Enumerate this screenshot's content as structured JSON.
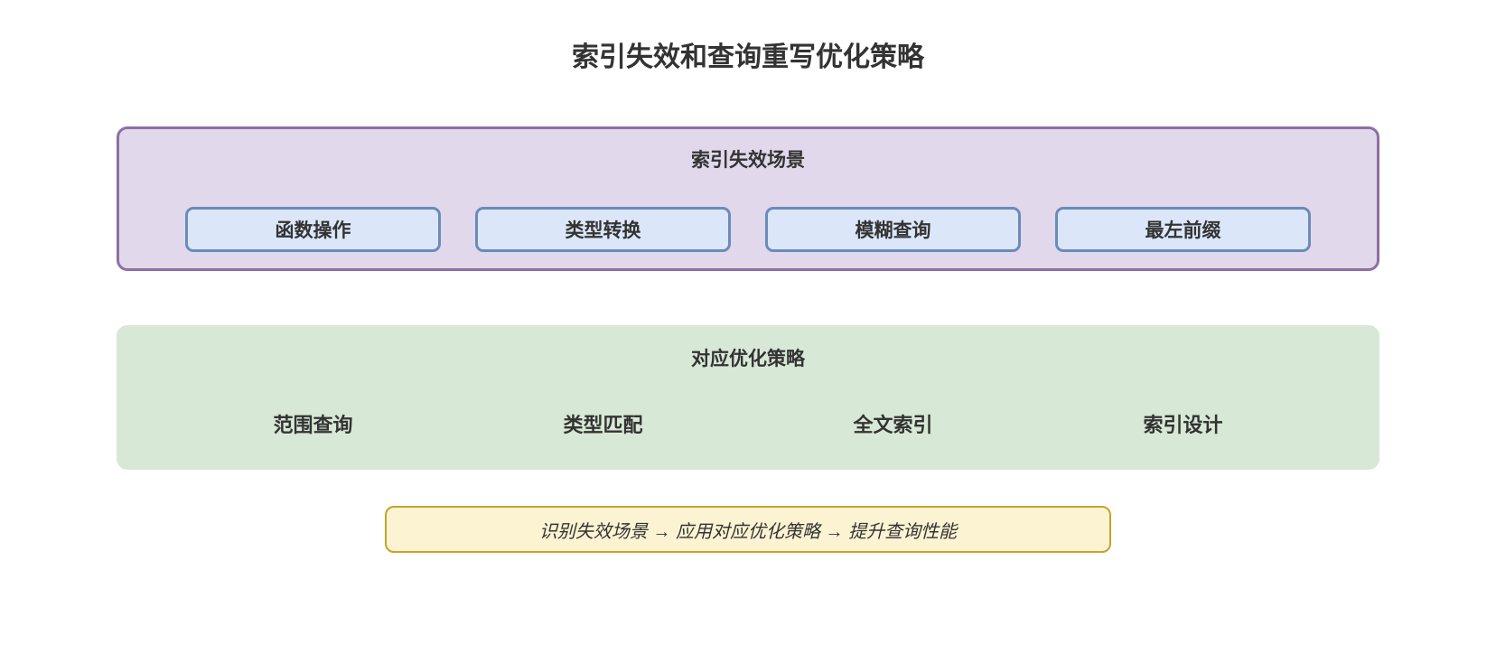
{
  "page": {
    "title": "索引失效和查询重写优化策略",
    "background_color": "#ffffff",
    "text_color": "#333333"
  },
  "failure_section": {
    "title": "索引失效场景",
    "fill_color": "#e2d8eb",
    "border_color": "#8e6ea7",
    "node_fill_color": "#dbe7f8",
    "node_border_color": "#6b8bba",
    "items": [
      {
        "label": "函数操作"
      },
      {
        "label": "类型转换"
      },
      {
        "label": "模糊查询"
      },
      {
        "label": "最左前缀"
      }
    ]
  },
  "strategy_section": {
    "title": "对应优化策略",
    "fill_color": "#d8e8d6",
    "items": [
      {
        "label": "范围查询"
      },
      {
        "label": "类型匹配"
      },
      {
        "label": "全文索引"
      },
      {
        "label": "索引设计"
      }
    ]
  },
  "summary": {
    "text": "识别失效场景 → 应用对应优化策略 → 提升查询性能",
    "fill_color": "#fcf3d2",
    "border_color": "#c9a227"
  }
}
